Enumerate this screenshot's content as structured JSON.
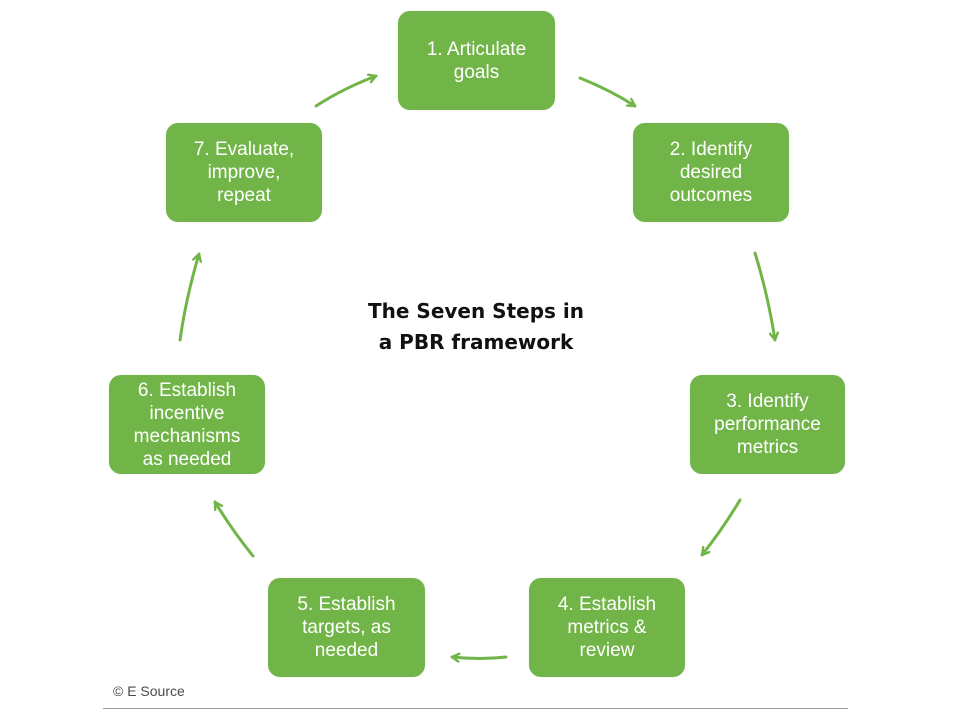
{
  "steps": [
    {
      "label": "1. Articulate\ngoals"
    },
    {
      "label": "2. Identify\ndesired\noutcomes"
    },
    {
      "label": "3. Identify\nperformance\nmetrics"
    },
    {
      "label": "4. Establish\nmetrics &\nreview"
    },
    {
      "label": "5. Establish\ntargets, as\nneeded"
    },
    {
      "label": "6. Establish\nincentive\nmechanisms\nas needed"
    },
    {
      "label": "7. Evaluate,\nimprove,\nrepeat"
    }
  ],
  "center_title": {
    "line1": "The Seven Steps in",
    "line2": "a PBR framework"
  },
  "credit": "© E Source",
  "colors": {
    "box": "#71b548",
    "arrow": "#71b548",
    "box_text": "#ffffff"
  }
}
